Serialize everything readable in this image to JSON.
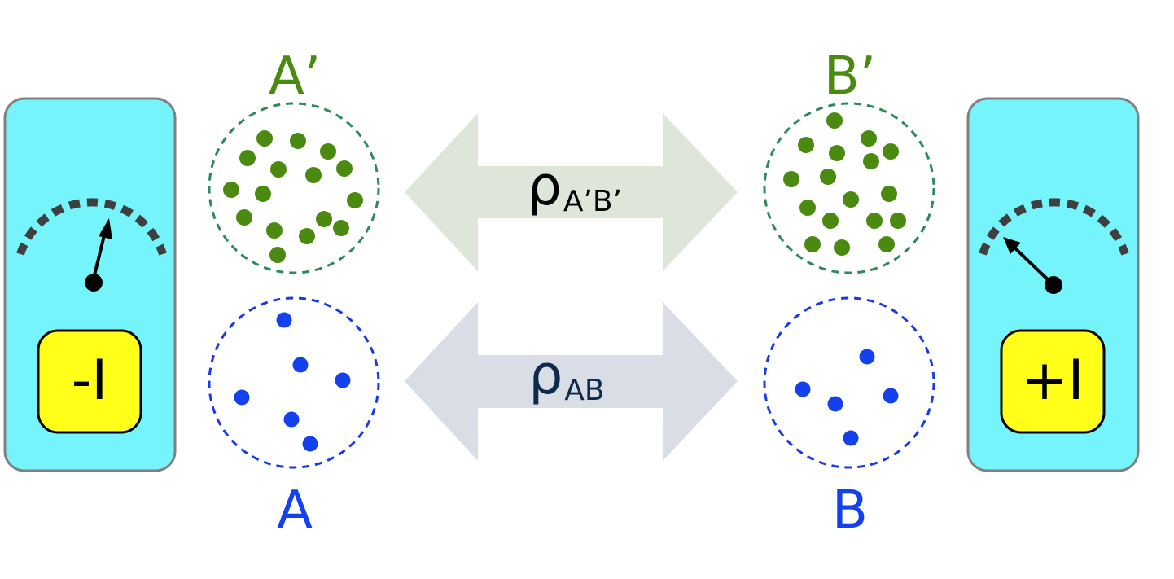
{
  "colors": {
    "green": "#4a8a10",
    "green_dash": "#2e8a5a",
    "blue": "#1440ee",
    "blue_dash": "#1a3ae6",
    "panel": "#75f5fb",
    "panel_border": "#808080",
    "display": "#ffff1a",
    "arrow_top": "#dde6d8",
    "arrow_bottom": "#d8dde6",
    "rho_ab": "#0d2a4a"
  },
  "labels": {
    "a_prime": "A’",
    "b_prime": "B’",
    "a": "A",
    "b": "B"
  },
  "arrows": {
    "top": {
      "symbol": "ρ",
      "subscript": "A’B’"
    },
    "bottom": {
      "symbol": "ρ",
      "subscript": "AB"
    }
  },
  "meters": {
    "left": {
      "display": "-I",
      "needle_icon": "needle-left-icon"
    },
    "right": {
      "display": "+I",
      "needle_icon": "needle-right-icon"
    }
  }
}
